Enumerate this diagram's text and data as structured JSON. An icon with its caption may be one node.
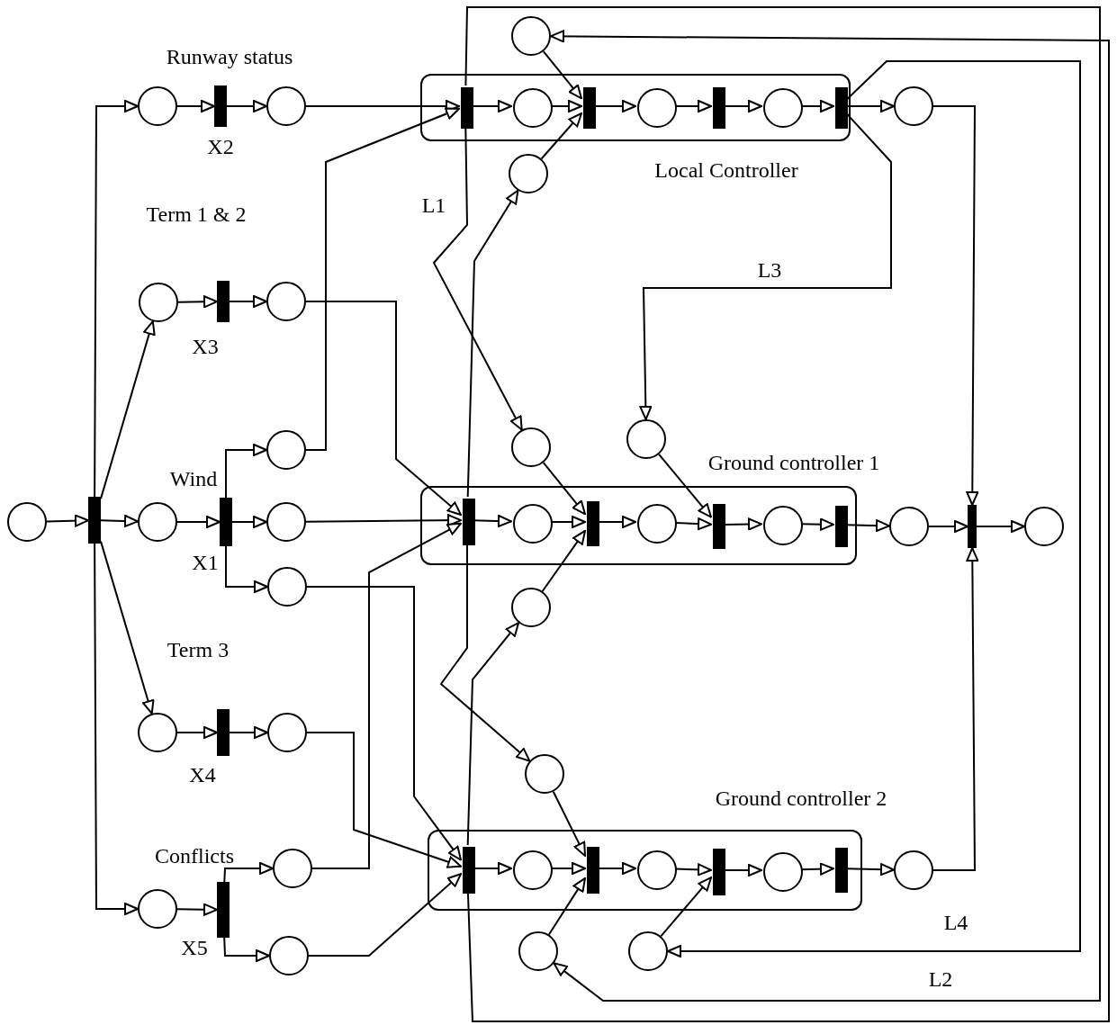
{
  "diagram": {
    "nodes": [
      {
        "text": [],
        "shape": "circle"
      },
      {
        "text": [],
        "shape": "bar"
      },
      {
        "text": [],
        "shape": "circle"
      },
      {
        "text": [],
        "shape": "bar",
        "beside": [
          "X2"
        ]
      },
      {
        "text": [],
        "shape": "circle"
      },
      {
        "text": [],
        "shape": "circle"
      },
      {
        "text": [],
        "shape": "bar",
        "beside": [
          "X3"
        ]
      },
      {
        "text": [],
        "shape": "circle"
      },
      {
        "text": [],
        "shape": "circle"
      },
      {
        "text": [],
        "shape": "bar",
        "beside": [
          "X1"
        ]
      },
      {
        "text": [],
        "shape": "circle"
      },
      {
        "text": [],
        "shape": "circle"
      },
      {
        "text": [],
        "shape": "circle"
      },
      {
        "text": [],
        "shape": "circle"
      },
      {
        "text": [],
        "shape": "bar",
        "beside": [
          "X4"
        ]
      },
      {
        "text": [],
        "shape": "circle"
      },
      {
        "text": [],
        "shape": "circle"
      },
      {
        "text": [],
        "shape": "bar",
        "beside": [
          "X5"
        ]
      },
      {
        "text": [],
        "shape": "circle"
      },
      {
        "text": [],
        "shape": "circle"
      },
      {
        "text": [
          "Local Controller"
        ]
      },
      {
        "text": [],
        "shape": "bar",
        "in": 20
      },
      {
        "text": [],
        "shape": "circle",
        "in": 20
      },
      {
        "text": [],
        "shape": "bar",
        "in": 20
      },
      {
        "text": [],
        "shape": "circle",
        "in": 20
      },
      {
        "text": [],
        "shape": "bar",
        "in": 20
      },
      {
        "text": [],
        "shape": "circle",
        "in": 20
      },
      {
        "text": [],
        "shape": "bar",
        "in": 20
      },
      {
        "text": [],
        "shape": "circle"
      },
      {
        "text": [],
        "shape": "circle"
      },
      {
        "text": [],
        "shape": "circle"
      },
      {
        "text": [
          "Ground controller 1"
        ]
      },
      {
        "text": [],
        "shape": "bar",
        "in": 31
      },
      {
        "text": [],
        "shape": "circle",
        "in": 31
      },
      {
        "text": [],
        "shape": "bar",
        "in": 31
      },
      {
        "text": [],
        "shape": "circle",
        "in": 31
      },
      {
        "text": [],
        "shape": "bar",
        "in": 31
      },
      {
        "text": [],
        "shape": "circle",
        "in": 31
      },
      {
        "text": [],
        "shape": "bar",
        "in": 31
      },
      {
        "text": [],
        "shape": "circle"
      },
      {
        "text": [],
        "shape": "circle"
      },
      {
        "text": [],
        "shape": "circle"
      },
      {
        "text": [],
        "shape": "circle"
      },
      {
        "text": [],
        "shape": "bar"
      },
      {
        "text": [],
        "shape": "circle"
      },
      {
        "text": [
          "Ground controller 2"
        ]
      },
      {
        "text": [],
        "shape": "bar",
        "in": 45
      },
      {
        "text": [],
        "shape": "circle",
        "in": 45
      },
      {
        "text": [],
        "shape": "bar",
        "in": 45
      },
      {
        "text": [],
        "shape": "circle",
        "in": 45
      },
      {
        "text": [],
        "shape": "bar",
        "in": 45
      },
      {
        "text": [],
        "shape": "circle",
        "in": 45
      },
      {
        "text": [],
        "shape": "bar",
        "in": 45
      },
      {
        "text": [],
        "shape": "circle"
      },
      {
        "text": [],
        "shape": "circle"
      },
      {
        "text": [],
        "shape": "circle"
      },
      {
        "text": [],
        "shape": "circle"
      }
    ],
    "edges": [
      {
        "from": 0,
        "to": 1,
        "arrow": "to"
      },
      {
        "from": 1,
        "to": 2,
        "arrow": "to"
      },
      {
        "from": 1,
        "to": 5,
        "arrow": "to"
      },
      {
        "from": 1,
        "to": 8,
        "arrow": "to"
      },
      {
        "from": 1,
        "to": 13,
        "arrow": "to"
      },
      {
        "from": 1,
        "to": 16,
        "arrow": "to"
      },
      {
        "from": 2,
        "to": 3,
        "arrow": "to"
      },
      {
        "from": 3,
        "to": 4,
        "arrow": "to"
      },
      {
        "from": 5,
        "to": 6,
        "arrow": "to"
      },
      {
        "from": 6,
        "to": 7,
        "arrow": "to"
      },
      {
        "from": 8,
        "to": 9,
        "arrow": "to"
      },
      {
        "from": 9,
        "to": 10,
        "arrow": "to"
      },
      {
        "from": 9,
        "to": 11,
        "arrow": "to"
      },
      {
        "from": 9,
        "to": 12,
        "arrow": "to"
      },
      {
        "from": 13,
        "to": 14,
        "arrow": "to"
      },
      {
        "from": 14,
        "to": 15,
        "arrow": "to"
      },
      {
        "from": 16,
        "to": 17,
        "arrow": "to"
      },
      {
        "from": 17,
        "to": 18,
        "arrow": "to"
      },
      {
        "from": 17,
        "to": 19,
        "arrow": "to"
      },
      {
        "from": 4,
        "to": 21,
        "arrow": "to"
      },
      {
        "from": 10,
        "to": 21,
        "arrow": "to"
      },
      {
        "from": 7,
        "to": 32,
        "arrow": "to"
      },
      {
        "from": 11,
        "to": 32,
        "arrow": "to"
      },
      {
        "from": 18,
        "to": 32,
        "arrow": "to"
      },
      {
        "from": 12,
        "to": 46,
        "arrow": "to"
      },
      {
        "from": 15,
        "to": 46,
        "arrow": "to"
      },
      {
        "from": 19,
        "to": 46,
        "arrow": "to"
      },
      {
        "from": 21,
        "to": 22,
        "arrow": "to"
      },
      {
        "from": 22,
        "to": 23,
        "arrow": "to"
      },
      {
        "from": 23,
        "to": 24,
        "arrow": "to"
      },
      {
        "from": 24,
        "to": 25,
        "arrow": "to"
      },
      {
        "from": 25,
        "to": 26,
        "arrow": "to"
      },
      {
        "from": 26,
        "to": 27,
        "arrow": "to"
      },
      {
        "from": 27,
        "to": 30,
        "arrow": "to"
      },
      {
        "from": 28,
        "to": 23,
        "arrow": "to"
      },
      {
        "from": 29,
        "to": 23,
        "arrow": "to"
      },
      {
        "from": 32,
        "to": 33,
        "arrow": "to"
      },
      {
        "from": 33,
        "to": 34,
        "arrow": "to"
      },
      {
        "from": 34,
        "to": 35,
        "arrow": "to"
      },
      {
        "from": 35,
        "to": 36,
        "arrow": "to"
      },
      {
        "from": 36,
        "to": 37,
        "arrow": "to"
      },
      {
        "from": 37,
        "to": 38,
        "arrow": "to"
      },
      {
        "from": 38,
        "to": 42,
        "arrow": "to"
      },
      {
        "from": 42,
        "to": 43,
        "arrow": "to"
      },
      {
        "from": 43,
        "to": 44,
        "arrow": "to"
      },
      {
        "from": 39,
        "to": 34,
        "arrow": "to"
      },
      {
        "from": 40,
        "to": 36,
        "arrow": "to"
      },
      {
        "from": 41,
        "to": 34,
        "arrow": "to"
      },
      {
        "from": 46,
        "to": 47,
        "arrow": "to"
      },
      {
        "from": 47,
        "to": 48,
        "arrow": "to"
      },
      {
        "from": 48,
        "to": 49,
        "arrow": "to"
      },
      {
        "from": 49,
        "to": 50,
        "arrow": "to"
      },
      {
        "from": 50,
        "to": 51,
        "arrow": "to"
      },
      {
        "from": 51,
        "to": 52,
        "arrow": "to"
      },
      {
        "from": 52,
        "to": 56,
        "arrow": "to"
      },
      {
        "from": 53,
        "to": 48,
        "arrow": "to"
      },
      {
        "from": 54,
        "to": 48,
        "arrow": "to"
      },
      {
        "from": 55,
        "to": 50,
        "arrow": "to"
      },
      {
        "from": 30,
        "to": 43,
        "arrow": "to"
      },
      {
        "from": 56,
        "to": 43,
        "arrow": "to"
      },
      {
        "from": 21,
        "to": 39,
        "arrow": "to",
        "label": "L1"
      },
      {
        "from": 32,
        "to": 29,
        "arrow": "to"
      },
      {
        "from": 32,
        "to": 53,
        "arrow": "to"
      },
      {
        "from": 46,
        "to": 41,
        "arrow": "to"
      },
      {
        "from": 27,
        "to": 40,
        "arrow": "to",
        "label": "L3"
      },
      {
        "from": 27,
        "to": 55,
        "arrow": "to",
        "label": "L4"
      },
      {
        "from": 21,
        "to": 54,
        "arrow": "to",
        "label": "L2"
      },
      {
        "from": 46,
        "to": 28,
        "arrow": "to"
      }
    ],
    "labels": [
      "Runway status",
      "Term 1 & 2",
      "Wind",
      "Term 3",
      "Conflicts"
    ]
  }
}
